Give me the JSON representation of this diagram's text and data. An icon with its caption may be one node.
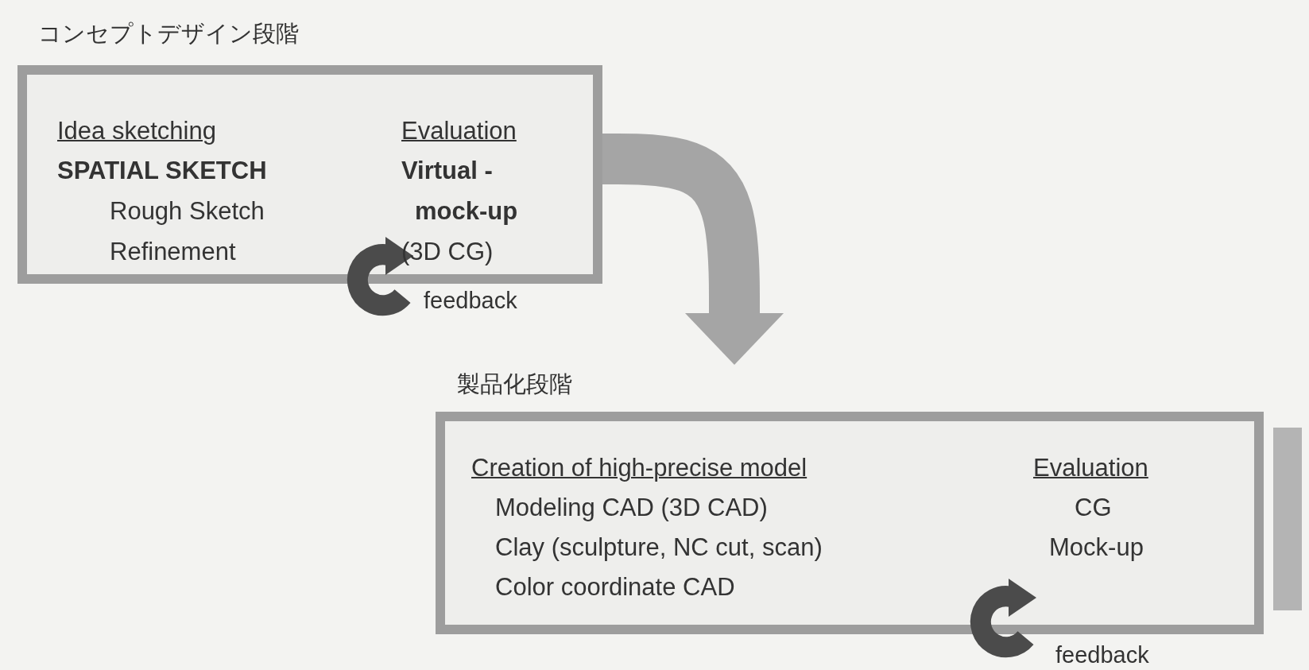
{
  "diagram": {
    "nodes": [
      {
        "text": [
          "コンセプトデザイン段階",
          "Idea sketching",
          "SPATIAL SKETCH",
          "Rough Sketch",
          "Refinement",
          "Evaluation",
          "Virtual -",
          "mock-up",
          "(3D CG)"
        ],
        "beside": [
          "feedback"
        ]
      },
      {
        "text": [
          "製品化段階",
          "Creation of high-precise model",
          "Modeling CAD (3D CAD)",
          "Clay (sculpture, NC cut, scan)",
          "Color coordinate CAD",
          "Evaluation",
          "CG",
          "Mock-up"
        ],
        "beside": [
          "feedback"
        ]
      }
    ],
    "edges": [
      {
        "from": 0,
        "to": 1,
        "arrow": "to"
      },
      {
        "from": 1,
        "to": null,
        "arrow": "none",
        "style": "thick"
      }
    ]
  }
}
